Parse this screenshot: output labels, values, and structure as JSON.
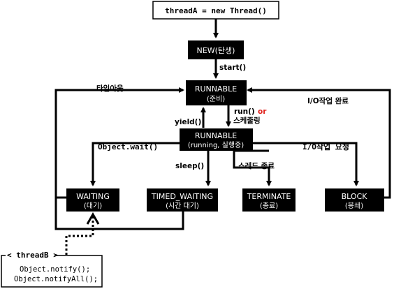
{
  "top_box": "threadA = new Thread()",
  "states": {
    "new": {
      "name": "NEW(탄생)"
    },
    "runnable_top": {
      "name": "RUNNABLE",
      "sub": "(준비)"
    },
    "runnable_mid": {
      "name": "RUNNABLE",
      "sub": "(running, 실행중)"
    },
    "waiting": {
      "name": "WAITING",
      "sub": "(대기)"
    },
    "timed_waiting": {
      "name": "TIMED_WAITING",
      "sub": "(시간 대기)"
    },
    "terminate": {
      "name": "TERMINATE",
      "sub": "(종료)"
    },
    "block": {
      "name": "BLOCK",
      "sub": "(봉쇄)"
    }
  },
  "edges": {
    "start": "start()",
    "timeout": "타임아웃",
    "io_done": "I/O작업 완료",
    "yield": "yield()",
    "run": "run()",
    "or": "or",
    "scheduling": "스케줄링",
    "object_wait": "Object.wait()",
    "sleep": "sleep()",
    "thread_end": "스레드 종료",
    "io_request": "I/O작업 요청"
  },
  "note": {
    "title": "< threadB >",
    "line1": "Object.notify();",
    "line2": "Object.notifyAll();"
  },
  "colors": {
    "box": "#000000",
    "accent": "#e0201b",
    "background": "#ffffff"
  }
}
